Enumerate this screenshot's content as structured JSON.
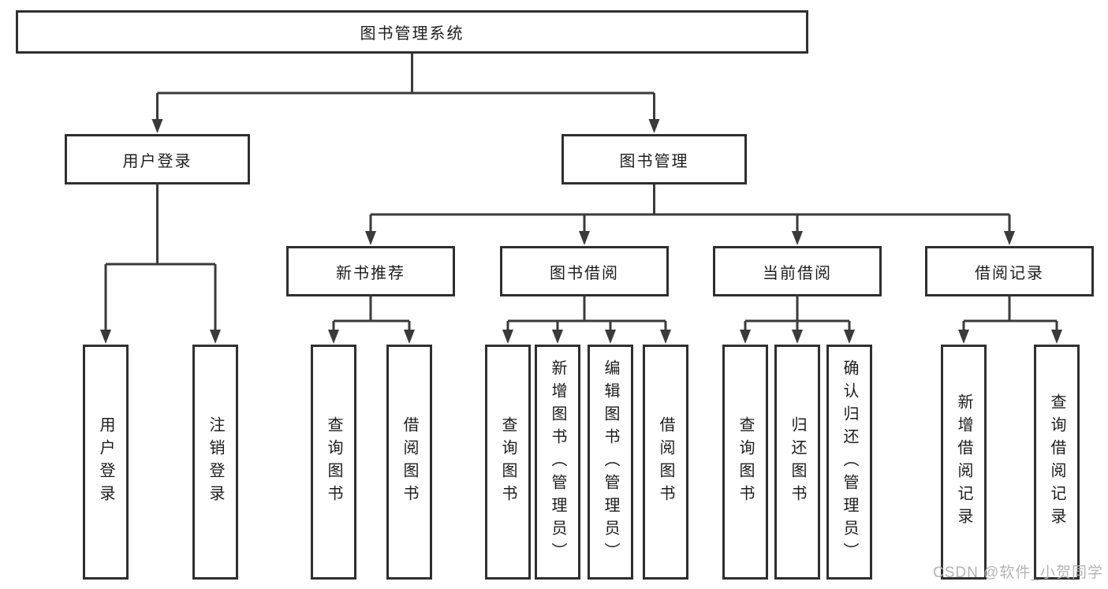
{
  "tree": {
    "label": "图书管理系统",
    "children": [
      {
        "label": "用户登录",
        "children": [
          {
            "label": "用户登录"
          },
          {
            "label": "注销登录"
          }
        ]
      },
      {
        "label": "图书管理",
        "children": [
          {
            "label": "新书推荐",
            "children": [
              {
                "label": "查询图书"
              },
              {
                "label": "借阅图书"
              }
            ]
          },
          {
            "label": "图书借阅",
            "children": [
              {
                "label": "查询图书"
              },
              {
                "label": "新增图书（管理员）"
              },
              {
                "label": "编辑图书（管理员）"
              },
              {
                "label": "借阅图书"
              }
            ]
          },
          {
            "label": "当前借阅",
            "children": [
              {
                "label": "查询图书"
              },
              {
                "label": "归还图书"
              },
              {
                "label": "确认归还（管理员）"
              }
            ]
          },
          {
            "label": "借阅记录",
            "children": [
              {
                "label": "新增借阅记录"
              },
              {
                "label": "查询借阅记录"
              }
            ]
          }
        ]
      }
    ]
  },
  "watermark": "CSDN @软件_小贺同学",
  "colors": {
    "line": "#3a3a3a",
    "box_border": "#2f2f2f",
    "text": "#1c1c1c",
    "background": "#ffffff",
    "watermark": "#b4b4b4"
  }
}
